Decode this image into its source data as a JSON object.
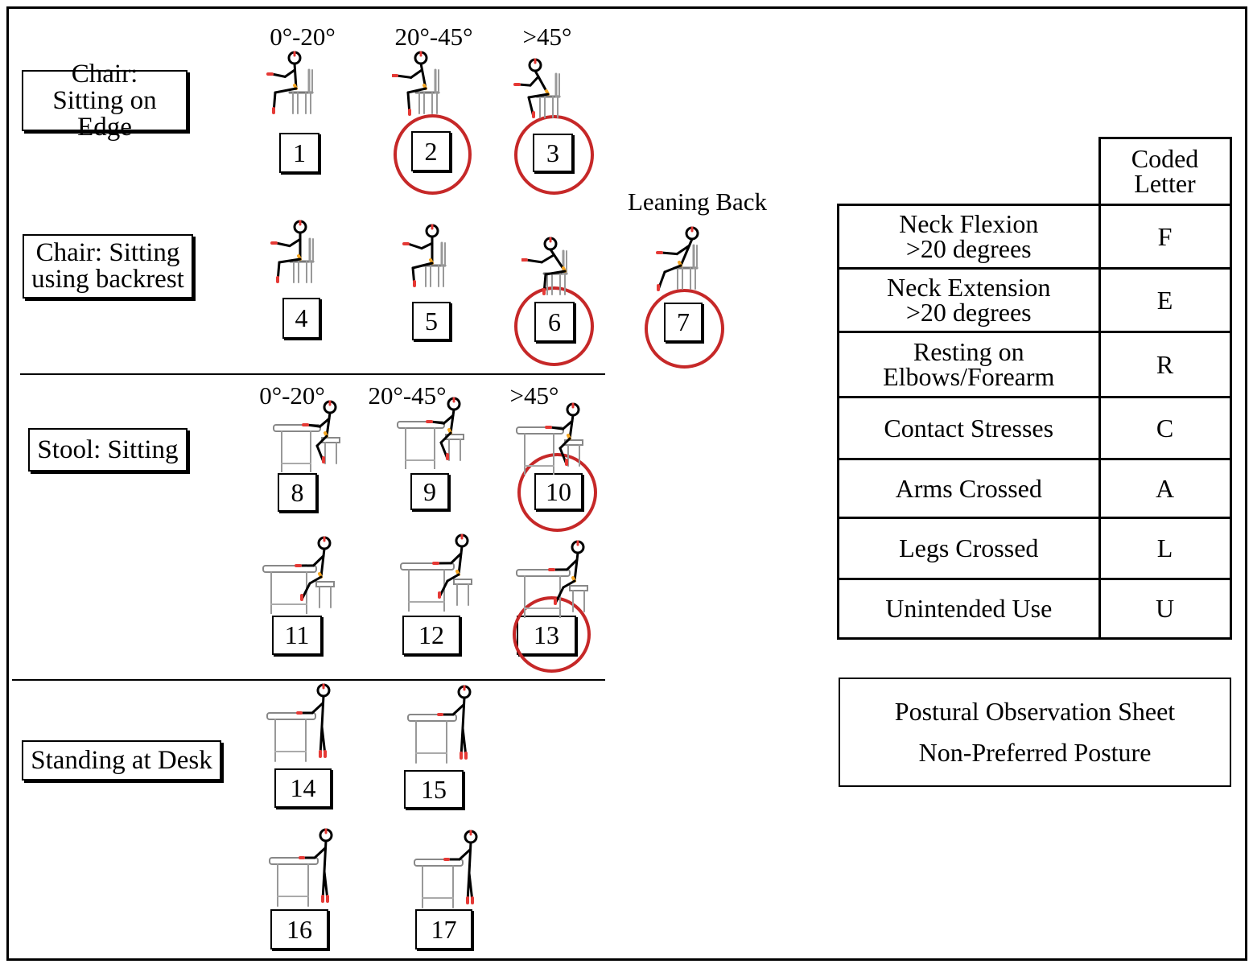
{
  "categories": {
    "chair_edge": "Chair: Sitting on Edge",
    "chair_backrest": "Chair: Sitting using backrest",
    "stool": "Stool: Sitting",
    "standing": "Standing at Desk"
  },
  "angles_top": [
    "0°-20°",
    "20°-45°",
    ">45°"
  ],
  "angles_stool": [
    "0°-20°",
    "20°-45°",
    ">45°"
  ],
  "leaning_back": "Leaning Back",
  "postures": [
    "1",
    "2",
    "3",
    "4",
    "5",
    "6",
    "7",
    "8",
    "9",
    "10",
    "11",
    "12",
    "13",
    "14",
    "15",
    "16",
    "17"
  ],
  "non_preferred_circled": [
    "2",
    "3",
    "6",
    "7",
    "10",
    "13"
  ],
  "table": {
    "header": "Coded Letter",
    "rows": [
      {
        "label": "Neck Flexion >20 degrees",
        "code": "F"
      },
      {
        "label": "Neck Extension >20 degrees",
        "code": "E"
      },
      {
        "label": "Resting on Elbows/Forearm",
        "code": "R"
      },
      {
        "label": "Contact Stresses",
        "code": "C"
      },
      {
        "label": "Arms Crossed",
        "code": "A"
      },
      {
        "label": "Legs Crossed",
        "code": "L"
      },
      {
        "label": "Unintended Use",
        "code": "U"
      }
    ]
  },
  "sheet": {
    "line1": "Postural Observation Sheet",
    "line2": "Non-Preferred Posture"
  },
  "colors": {
    "circle": "#c62828",
    "joint": "#e53935",
    "hip": "#f5a623",
    "ink": "#000000"
  }
}
